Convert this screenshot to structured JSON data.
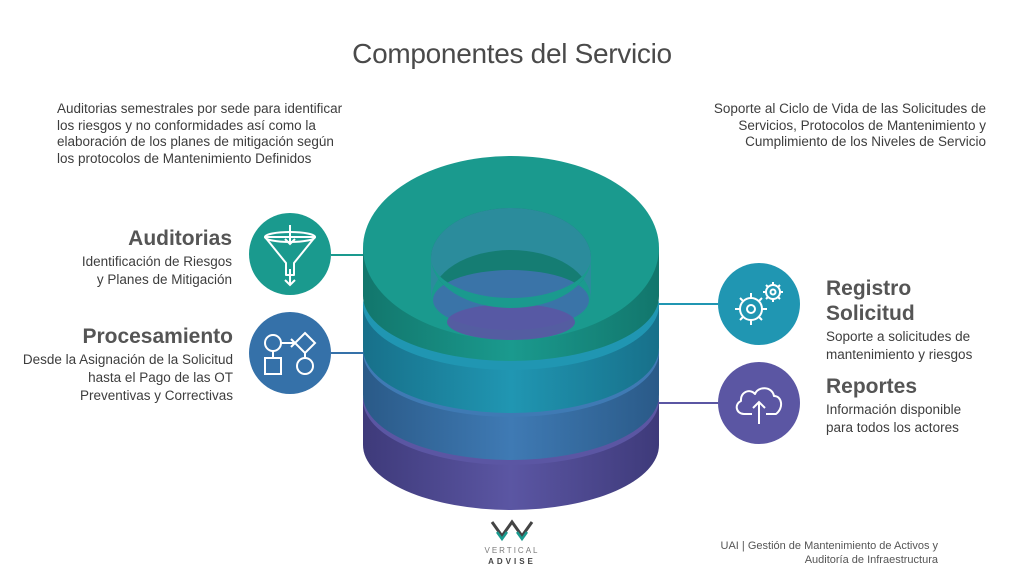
{
  "title": "Componentes del Servicio",
  "left_description": "Auditorias semestrales por sede para identificar los riesgos y no conformidades así como la elaboración de los planes de mitigación según los protocolos de Mantenimiento Definidos",
  "right_description": "Soporte al Ciclo de Vida de las Solicitudes de Servicios, Protocolos de Mantenimiento y Cumplimiento de los Niveles de Servicio",
  "components": {
    "auditorias": {
      "title": "Auditorias",
      "line1": "Identificación de Riesgos",
      "line2": "y Planes de Mitigación",
      "icon": "funnel-icon",
      "color": "#1a9a8e"
    },
    "procesamiento": {
      "title": "Procesamiento",
      "line1": "Desde la Asignación de la Solicitud",
      "line2": "hasta el Pago de las OT",
      "line3": "Preventivas y Correctivas",
      "icon": "workflow-icon",
      "color": "#3571a9"
    },
    "registro": {
      "title_line1": "Registro",
      "title_line2": "Solicitud",
      "line1": "Soporte a solicitudes de",
      "line2": "mantenimiento y riesgos",
      "icon": "gears-icon",
      "color": "#2096b2"
    },
    "reportes": {
      "title": "Reportes",
      "line1": "Información disponible",
      "line2": "para todos los actores",
      "icon": "cloud-upload-icon",
      "color": "#5b56a3"
    }
  },
  "stack_colors": [
    "#5b56a3",
    "#3f7ab4",
    "#2096b2",
    "#1a9a8e"
  ],
  "logo": {
    "line1": "VERTICAL",
    "line2": "ADVISE"
  },
  "footer": {
    "line1": "UAI | Gestión de Mantenimiento de Activos y",
    "line2": "Auditoría de Infraestructura"
  }
}
